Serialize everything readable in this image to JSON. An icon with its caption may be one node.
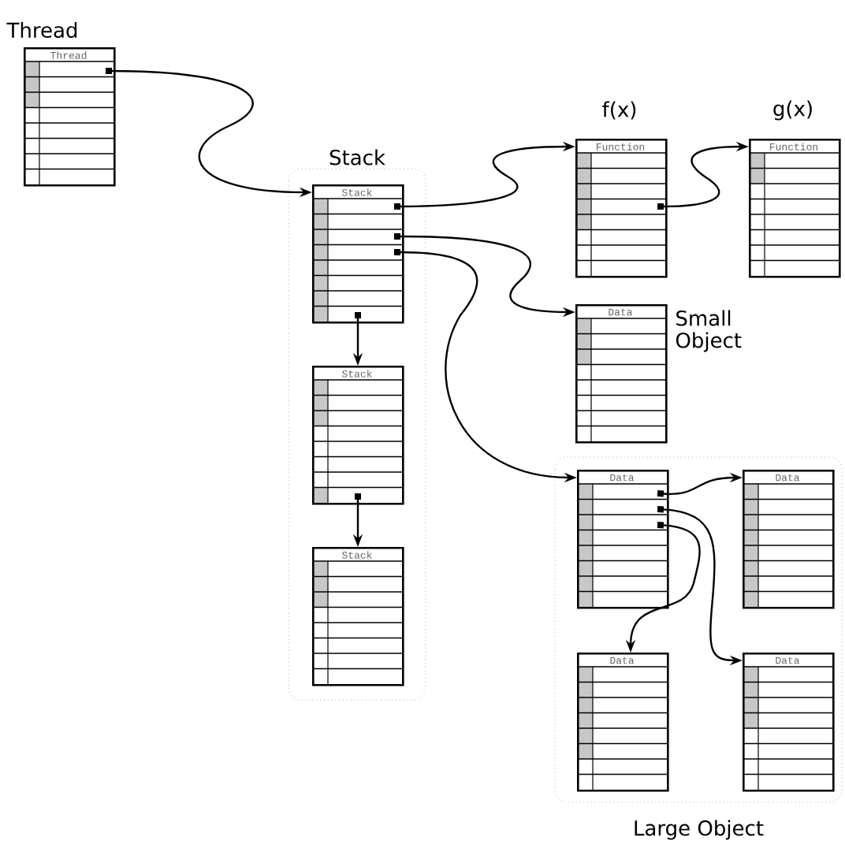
{
  "diagram": {
    "nodes": [
      {
        "text": [
          "Thread",
          "Thread"
        ]
      },
      {
        "text": [
          "Stack"
        ]
      },
      {
        "text": [
          "Stack"
        ],
        "in": 1
      },
      {
        "text": [
          "Stack"
        ],
        "in": 1
      },
      {
        "text": [
          "Stack"
        ],
        "in": 1
      },
      {
        "text": [
          "f(x)",
          "Function"
        ]
      },
      {
        "text": [
          "g(x)",
          "Function"
        ]
      },
      {
        "text": [
          "Data"
        ],
        "beside": [
          "Small Object"
        ]
      },
      {
        "text": [
          "Large Object"
        ]
      },
      {
        "text": [
          "Data"
        ],
        "in": 8
      },
      {
        "text": [
          "Data"
        ],
        "in": 8
      },
      {
        "text": [
          "Data"
        ],
        "in": 8
      },
      {
        "text": [
          "Data"
        ],
        "in": 8
      }
    ],
    "edges": [
      {
        "from": 0,
        "to": 2,
        "arrow": "to"
      },
      {
        "from": 2,
        "to": 5,
        "arrow": "to"
      },
      {
        "from": 2,
        "to": 7,
        "arrow": "to"
      },
      {
        "from": 2,
        "to": 9,
        "arrow": "to"
      },
      {
        "from": 2,
        "to": 3,
        "arrow": "to"
      },
      {
        "from": 3,
        "to": 4,
        "arrow": "to"
      },
      {
        "from": 5,
        "to": 6,
        "arrow": "to"
      },
      {
        "from": 9,
        "to": 10,
        "arrow": "to"
      },
      {
        "from": 9,
        "to": 11,
        "arrow": "to"
      },
      {
        "from": 9,
        "to": 12,
        "arrow": "to"
      }
    ]
  }
}
